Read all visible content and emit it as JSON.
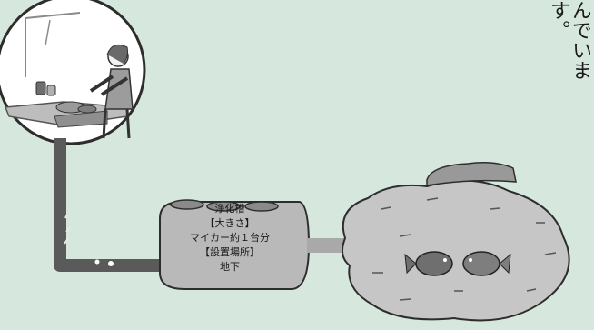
{
  "side_text": "んでいます。",
  "tank": {
    "name": "浄化槽",
    "size_heading": "【大きさ】",
    "size_value": "マイカー約１台分",
    "location_heading": "【設置場所】",
    "location_value": "地下"
  },
  "colors": {
    "background": "#d6e8dd",
    "pipe": "#5a5a5a",
    "tank_fill": "#b9b9b9",
    "pond_fill": "#c6c6c6",
    "outline": "#2d2d2d"
  }
}
